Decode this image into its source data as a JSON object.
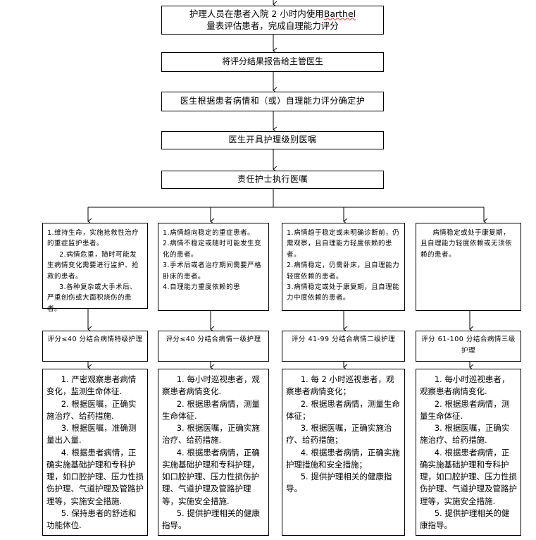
{
  "step1": {
    "pre": "护理人员在患者入院 2 小时内使用",
    "word": "Barthel",
    "post": "量表评估患者，完成自理能力评分"
  },
  "step2": "将评分结果报告给主管医生",
  "step3": "医生根据患者病情和（或）自理能力评分确定护",
  "step4": "医生开具护理级别医嘱",
  "step5": "责任护士执行医嘱",
  "branches": [
    {
      "criteria": [
        "1.维持生命，实施抢救性治疗的重症监护患者。",
        "2.病情危重，随时可能发生病情变化需要进行监护、抢救的患者。",
        "3.各种复杂或大手术后、严重创伤或大面积烧伤的患者。"
      ],
      "score": "评分≤40 分结合病情特级护理",
      "measures": [
        "1. 严密观察患者病情变化，监测生命体征.",
        "2. 根据医嘱，正确实施治疗、给药措施.",
        "3. 根据医嘱，准确测量出入量.",
        "4. 根据患者病情，正确实施基础护理和专科护理，如口腔护理、压力性损伤护理、气道护理及管路护理等，实施安全措施.",
        "5. 保持患者的舒适和功能体位."
      ]
    },
    {
      "criteria": [
        "1.病情趋向稳定的重症患者。",
        "2.病情不稳定或随时可能发生变化的患者。",
        "3.手术后或者治疗期间需要严格卧床的患者。",
        "4.自理能力重度依赖的患"
      ],
      "score": "评分≤40 分结合病情一级护理",
      "measures": [
        "1. 每小时巡视患者，观察患者病情变化.",
        "2. 根据患者病情，测量生命体征.",
        "3. 根据医嘱，正确实施治疗、给药措施.",
        "4. 根据患者病情，正确实施基础护理和专科护理，如口腔护理、压力性损伤护理、气道护理及管路护理等，实施安全措施.",
        "5. 提供护理相关的健康指导。"
      ]
    },
    {
      "criteria": [
        "1.病情趋于稳定或未明确诊断前，仍需观察，且自理能力轻度依赖的患者。",
        "2.病情稳定，仍需卧床，且自理能力轻度依赖的患者。",
        "3.病情稳定或处于康复期，且自理能力中度依赖的患者。"
      ],
      "score": "评分 41-99 分结合病情二级护理",
      "measures": [
        "1. 每 2 小时巡视患者，观察患者病情变化；",
        "2. 根据患者病情，测量生命体征；",
        "3. 根据医嘱，正确实施治疗、给药措施；",
        "4. 根据患者病情，正确实施护理措施和安全措施；",
        "5. 提供护理相关的健康指导。"
      ]
    },
    {
      "criteria": [
        "病情稳定或处于康复期，且自理能力轻度依赖或无须依赖的患者。"
      ],
      "score": "评分 61-100 分结合病情三级护理",
      "measures": [
        "1. 每小时巡视患者，观察患者病情变化.",
        "2. 根据患者病情，测量生命体征.",
        "3. 根据医嘱，正确实施治疗、给药措施.",
        "4. 根据患者病情，正确实施基础护理和专科护理，如口腔护理、压力性损伤护理、气道护理及管路护理等，实施安全措施.",
        "5. 提供护理相关的健康指导。"
      ]
    }
  ]
}
